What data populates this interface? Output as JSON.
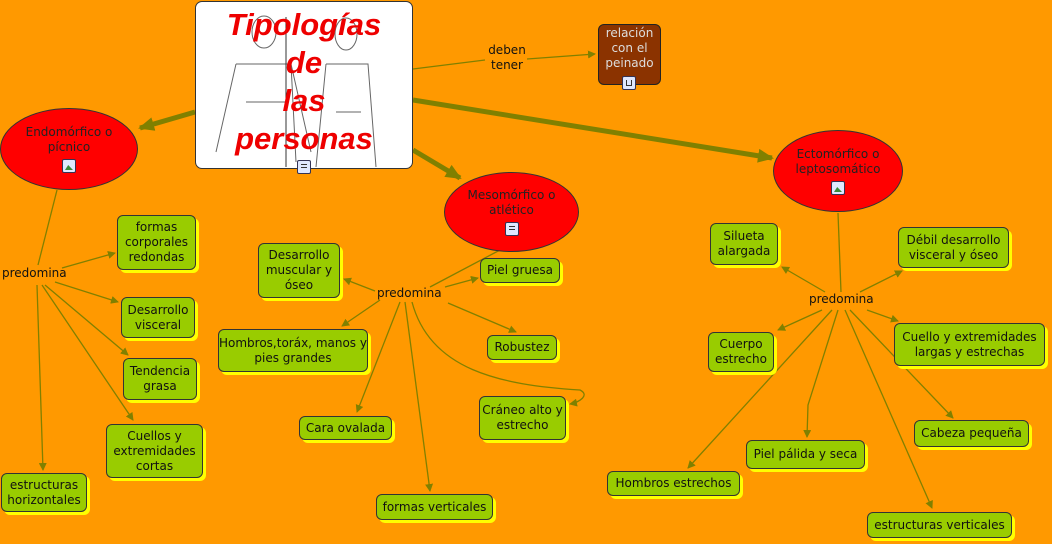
{
  "title": "Tipologías de las personas",
  "title_lines": [
    "Tipologías",
    "de",
    "las",
    "personas"
  ],
  "link_labels": {
    "deben_tener": "deben tener",
    "predomina": "predomina"
  },
  "relacion": "relación con el peinado",
  "types": {
    "endo": {
      "label": "Endomórfico o pícnico",
      "traits": [
        "formas corporales redondas",
        "Desarrollo visceral",
        "Tendencia grasa",
        "Cuellos y extremidades cortas",
        "estructuras horizontales"
      ]
    },
    "meso": {
      "label": "Mesomórfico o atlético",
      "traits": [
        "Desarrollo muscular y óseo",
        "Piel gruesa",
        "Hombros,toráx, manos y pies grandes",
        "Robustez",
        "Cara ovalada",
        "Cráneo alto y estrecho",
        "formas verticales"
      ]
    },
    "ecto": {
      "label": "Ectomórfico o leptosomático",
      "traits": [
        "Silueta alargada",
        "Débil desarrollo visceral y óseo",
        "Cuerpo estrecho",
        "Cuello y extremidades largas y estrechas",
        "Cabeza pequeña",
        "Piel pálida y seca",
        "Hombros estrechos",
        "estructuras verticales"
      ]
    }
  },
  "colors": {
    "background": "#FF9900",
    "concept": "#99CC00",
    "ellipse": "#FF0000",
    "link": "#808000",
    "relacion": "#8B3300"
  }
}
